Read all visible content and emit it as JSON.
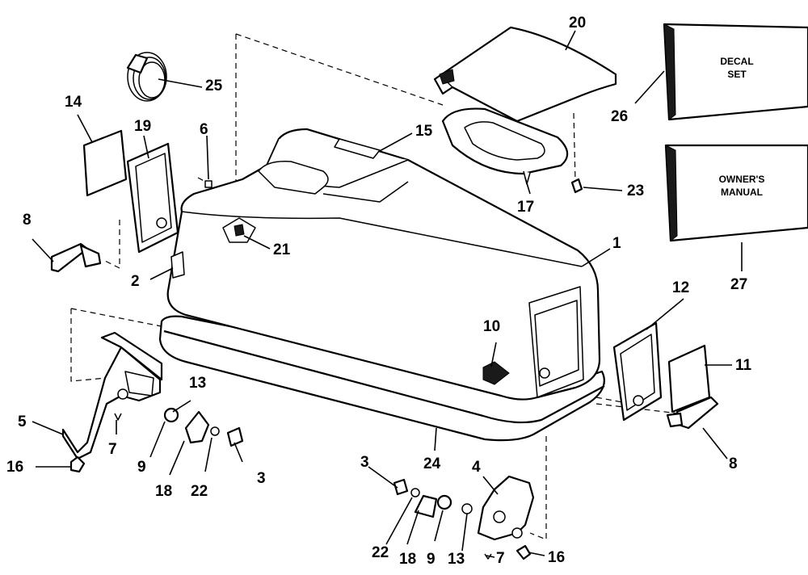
{
  "diagram": {
    "colors": {
      "ink": "#000000",
      "paper": "#ffffff"
    },
    "callouts": [
      {
        "id": "c1",
        "text": "1"
      },
      {
        "id": "c2",
        "text": "2"
      },
      {
        "id": "c3a",
        "text": "3"
      },
      {
        "id": "c3b",
        "text": "3"
      },
      {
        "id": "c4",
        "text": "4"
      },
      {
        "id": "c5",
        "text": "5"
      },
      {
        "id": "c6",
        "text": "6"
      },
      {
        "id": "c7a",
        "text": "7"
      },
      {
        "id": "c7b",
        "text": "7"
      },
      {
        "id": "c8a",
        "text": "8"
      },
      {
        "id": "c8b",
        "text": "8"
      },
      {
        "id": "c9a",
        "text": "9"
      },
      {
        "id": "c9b",
        "text": "9"
      },
      {
        "id": "c10",
        "text": "10"
      },
      {
        "id": "c11",
        "text": "11"
      },
      {
        "id": "c12",
        "text": "12"
      },
      {
        "id": "c13a",
        "text": "13"
      },
      {
        "id": "c13b",
        "text": "13"
      },
      {
        "id": "c14",
        "text": "14"
      },
      {
        "id": "c15",
        "text": "15"
      },
      {
        "id": "c16a",
        "text": "16"
      },
      {
        "id": "c16b",
        "text": "16"
      },
      {
        "id": "c17",
        "text": "17"
      },
      {
        "id": "c18a",
        "text": "18"
      },
      {
        "id": "c18b",
        "text": "18"
      },
      {
        "id": "c19",
        "text": "19"
      },
      {
        "id": "c20",
        "text": "20"
      },
      {
        "id": "c21",
        "text": "21"
      },
      {
        "id": "c22a",
        "text": "22"
      },
      {
        "id": "c22b",
        "text": "22"
      },
      {
        "id": "c23",
        "text": "23"
      },
      {
        "id": "c24",
        "text": "24"
      },
      {
        "id": "c25",
        "text": "25"
      },
      {
        "id": "c26",
        "text": "26"
      },
      {
        "id": "c27",
        "text": "27"
      }
    ],
    "decal_box": {
      "line1": "DECAL",
      "line2": "SET"
    },
    "manual_box": {
      "line1": "OWNER'S",
      "line2": "MANUAL"
    }
  }
}
